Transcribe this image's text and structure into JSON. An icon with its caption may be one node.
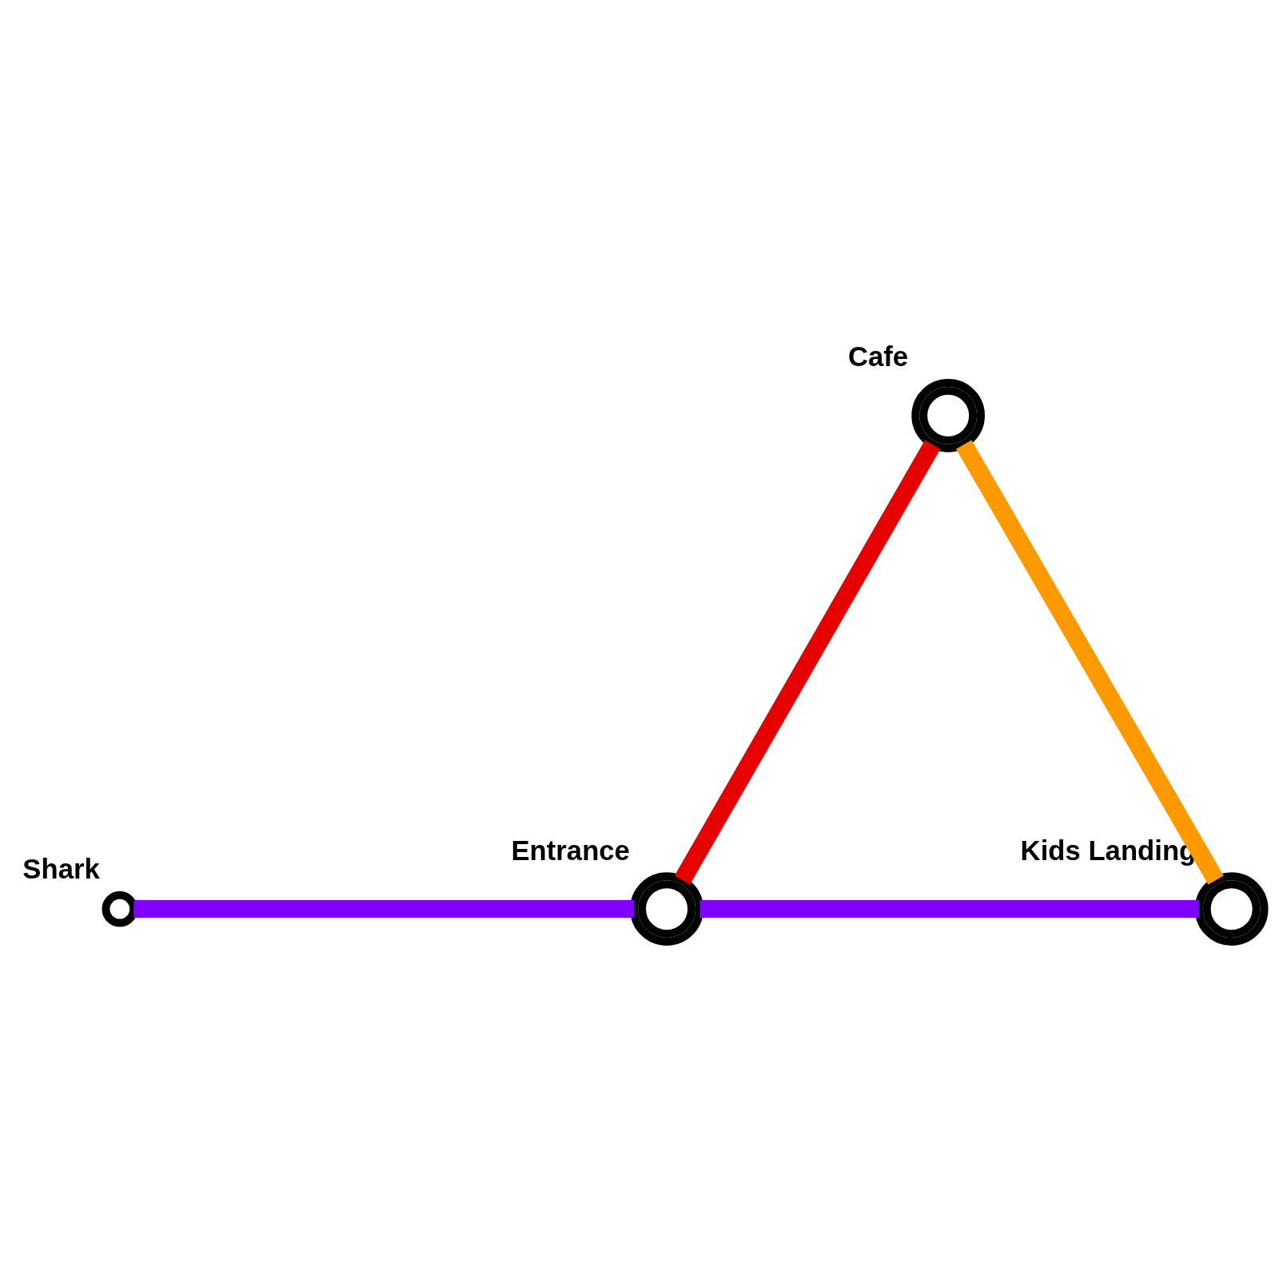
{
  "diagram": {
    "nodes": [
      {
        "text": [],
        "shape": "circle",
        "beside": [
          "Cafe"
        ]
      },
      {
        "text": [],
        "shape": "circle",
        "beside": [
          "Shark"
        ]
      },
      {
        "text": [],
        "shape": "circle",
        "beside": [
          "Entrance"
        ]
      },
      {
        "text": [],
        "shape": "circle",
        "beside": [
          "Kids Landing"
        ]
      }
    ],
    "edges": [
      {
        "from": 0,
        "to": 2,
        "arrow": "none",
        "color": "#e60000"
      },
      {
        "from": 0,
        "to": 3,
        "arrow": "none",
        "color": "#ff9900"
      },
      {
        "from": 1,
        "to": 2,
        "arrow": "none",
        "color": "#8000ff"
      },
      {
        "from": 2,
        "to": 3,
        "arrow": "none",
        "color": "#8000ff"
      }
    ]
  }
}
